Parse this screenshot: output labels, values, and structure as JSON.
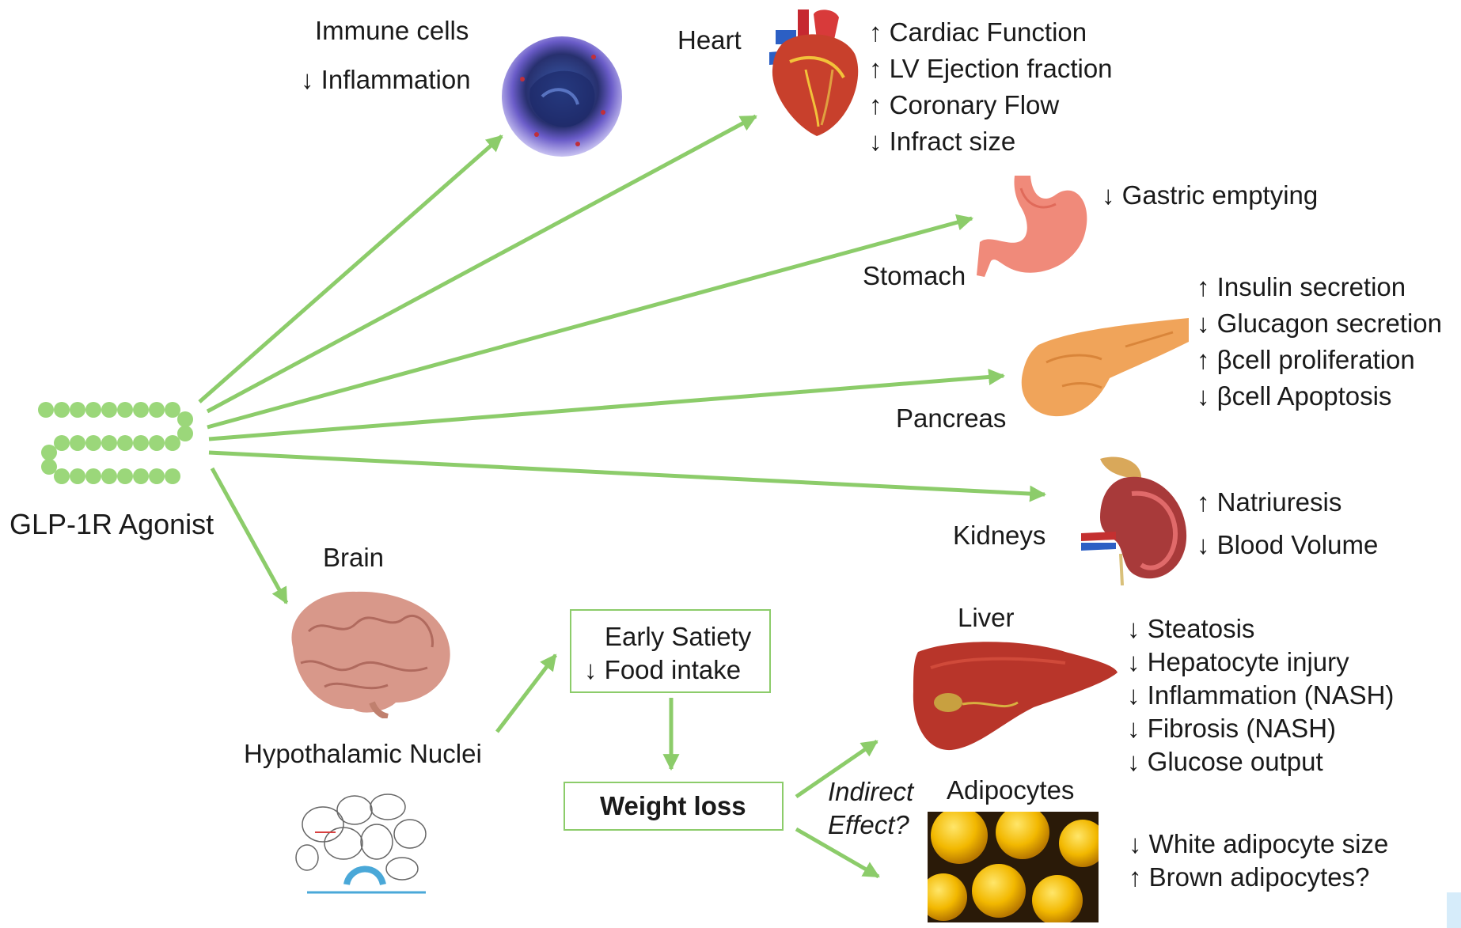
{
  "agonist": {
    "label": "GLP-1R Agonist"
  },
  "immune": {
    "label": "Immune cells",
    "effects": [
      "↓ Inflammation"
    ]
  },
  "heart": {
    "label": "Heart",
    "effects": [
      "↑ Cardiac Function",
      "↑ LV Ejection fraction",
      "↑ Coronary Flow",
      "↓ Infract size"
    ]
  },
  "stomach": {
    "label": "Stomach",
    "effects": [
      "↓ Gastric emptying"
    ]
  },
  "pancreas": {
    "label": "Pancreas",
    "effects": [
      "↑ Insulin secretion",
      "↓ Glucagon secretion",
      "↑ βcell proliferation",
      "↓ βcell Apoptosis"
    ]
  },
  "kidneys": {
    "label": "Kidneys",
    "effects": [
      "↑ Natriuresis",
      "↓ Blood Volume"
    ]
  },
  "brain": {
    "label": "Brain",
    "sublabel": "Hypothalamic Nuclei"
  },
  "satiety": {
    "lines": [
      "Early Satiety",
      "↓ Food intake"
    ]
  },
  "weight_loss": {
    "label": "Weight loss"
  },
  "indirect": {
    "lines": [
      "Indirect",
      "Effect?"
    ]
  },
  "liver": {
    "label": "Liver",
    "effects": [
      "↓ Steatosis",
      "↓ Hepatocyte injury",
      "↓ Inflammation (NASH)",
      "↓ Fibrosis (NASH)",
      "↓ Glucose output"
    ]
  },
  "adipocytes": {
    "label": "Adipocytes",
    "effects": [
      "↓ White adipocyte size",
      "↑ Brown adipocytes?"
    ]
  },
  "colors": {
    "arrow": "#8ccc6a",
    "peptide": "#9bd77a",
    "box_border": "#8ccc6a"
  }
}
